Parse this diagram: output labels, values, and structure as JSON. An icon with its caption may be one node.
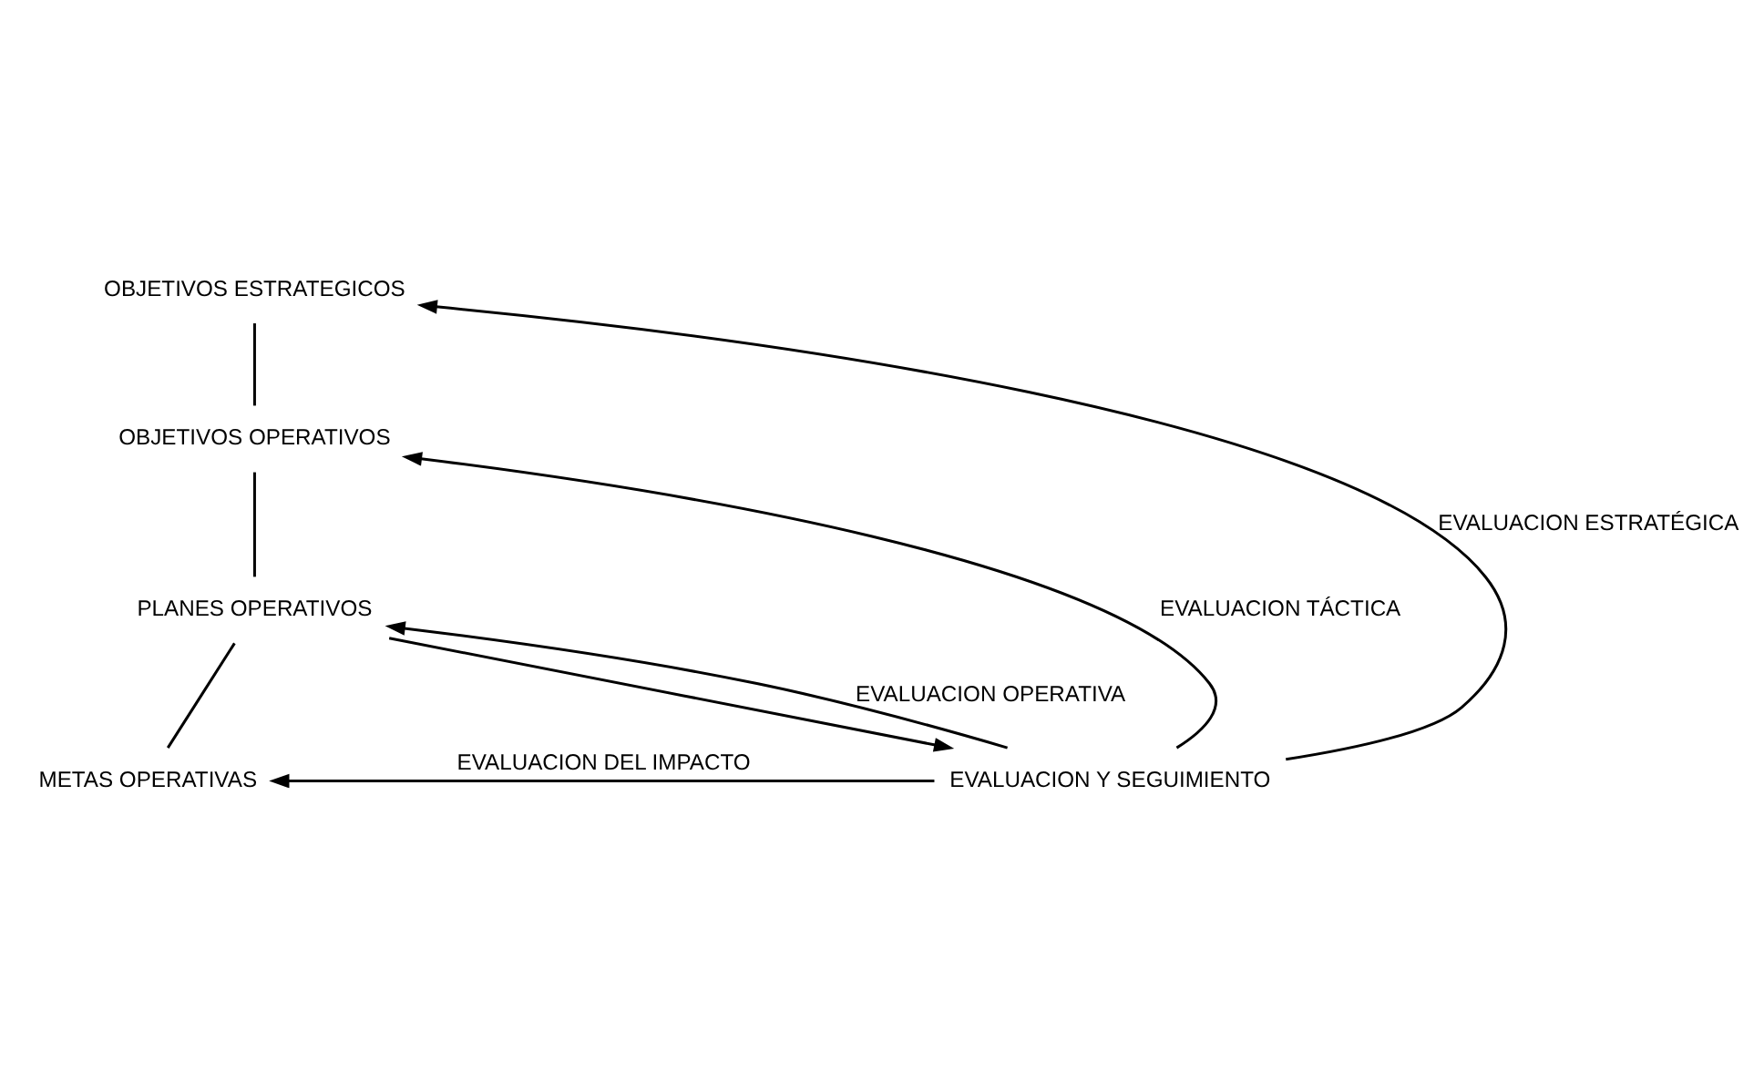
{
  "diagram": {
    "nodes": [
      {
        "text": [
          "OBJETIVOS ESTRATEGICOS"
        ]
      },
      {
        "text": [
          "OBJETIVOS OPERATIVOS"
        ]
      },
      {
        "text": [
          "PLANES OPERATIVOS"
        ]
      },
      {
        "text": [
          "METAS OPERATIVAS"
        ]
      },
      {
        "text": [
          "EVALUACION Y SEGUIMIENTO"
        ]
      }
    ],
    "edges": [
      {
        "from": 0,
        "to": 1,
        "arrow": "none"
      },
      {
        "from": 1,
        "to": 2,
        "arrow": "none"
      },
      {
        "from": 2,
        "to": 3,
        "arrow": "none"
      },
      {
        "from": 2,
        "to": 4,
        "arrow": "to"
      },
      {
        "from": 4,
        "to": 0,
        "arrow": "to",
        "label": "EVALUACION ESTRATÉGICA"
      },
      {
        "from": 4,
        "to": 1,
        "arrow": "to",
        "label": "EVALUACION TÁCTICA"
      },
      {
        "from": 4,
        "to": 2,
        "arrow": "to",
        "label": "EVALUACION OPERATIVA"
      },
      {
        "from": 4,
        "to": 3,
        "arrow": "to",
        "label": "EVALUACION DEL IMPACTO"
      }
    ]
  }
}
